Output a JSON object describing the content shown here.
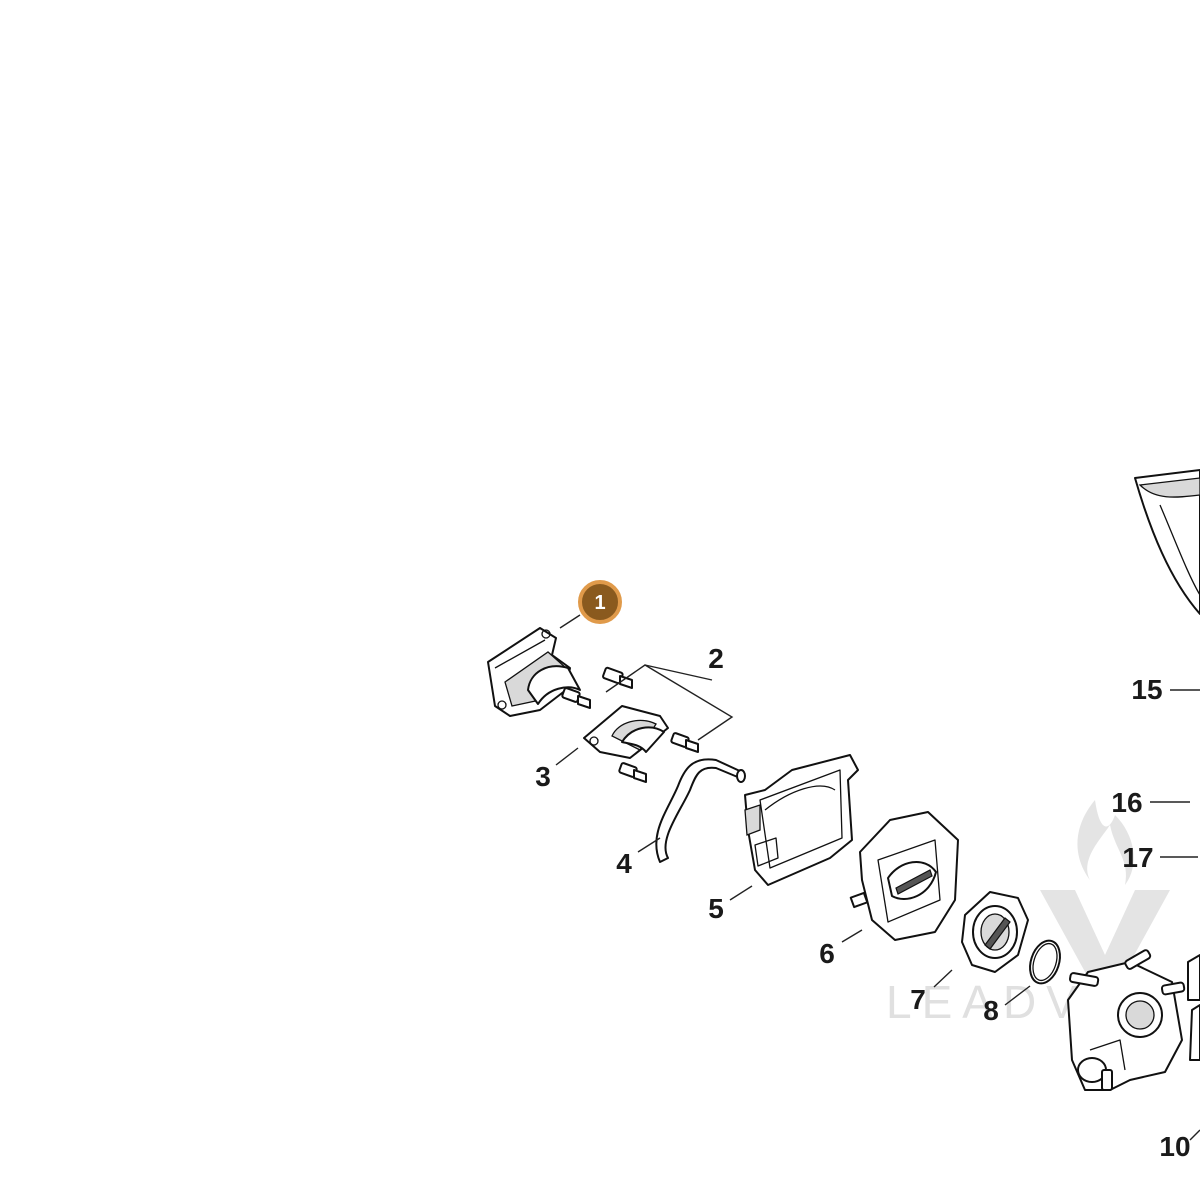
{
  "diagram": {
    "callouts": [
      {
        "id": "1",
        "label": "1",
        "highlighted": true
      },
      {
        "id": "2",
        "label": "2"
      },
      {
        "id": "3",
        "label": "3"
      },
      {
        "id": "4",
        "label": "4"
      },
      {
        "id": "5",
        "label": "5"
      },
      {
        "id": "6",
        "label": "6"
      },
      {
        "id": "7",
        "label": "7"
      },
      {
        "id": "8",
        "label": "8"
      },
      {
        "id": "10",
        "label": "10"
      },
      {
        "id": "15",
        "label": "15"
      },
      {
        "id": "16",
        "label": "16"
      },
      {
        "id": "17",
        "label": "17"
      }
    ],
    "highlight_color": "#8a5a1e",
    "highlight_ring_color": "#e09a4a",
    "watermark_text": "LEADV"
  }
}
